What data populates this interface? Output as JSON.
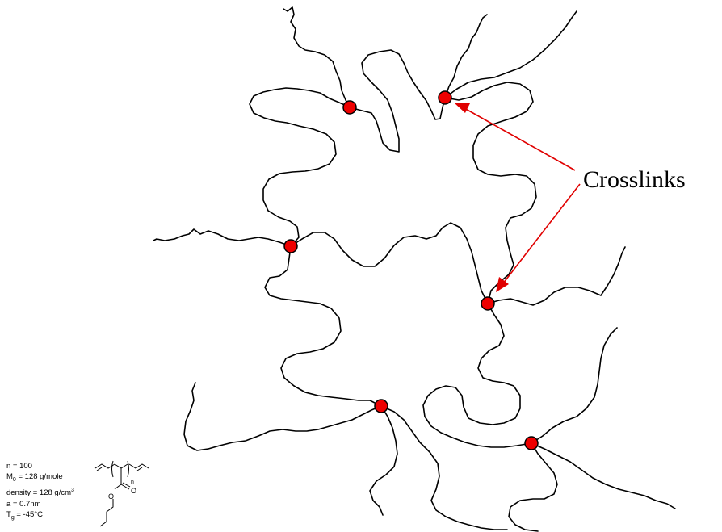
{
  "diagram": {
    "callout_label": "Crosslinks",
    "colors": {
      "crosslink": "#ee0000",
      "arrow": "#e00000",
      "chain": "#000000"
    },
    "crosslink_count": 6
  },
  "properties": {
    "n": "n = 100",
    "m0_prefix": "M",
    "m0_sub": "0",
    "m0_value": " = 128 g/mole",
    "density_prefix": "density = 128 g/cm",
    "density_sup": "3",
    "a": "a = 0.7nm",
    "tg_prefix": "T",
    "tg_sub": "g",
    "tg_value": " = -45°C"
  },
  "monomer": {
    "subscript": "n",
    "oxygen_label": "O"
  }
}
